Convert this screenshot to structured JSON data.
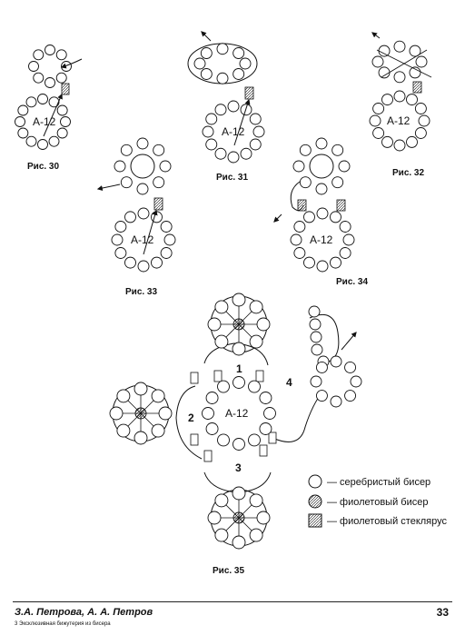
{
  "figures": {
    "fig30": "Рис. 30",
    "fig31": "Рис. 31",
    "fig32": "Рис. 32",
    "fig33": "Рис. 33",
    "fig34": "Рис. 34",
    "fig35": "Рис. 35"
  },
  "core_label": "A-12",
  "zones": [
    "1",
    "2",
    "3",
    "4"
  ],
  "legend": [
    {
      "type": "silver",
      "label": "— серебристый бисер"
    },
    {
      "type": "violet",
      "label": "— фиолетовый бисер"
    },
    {
      "type": "bugle",
      "label": "— фиолетовый стеклярус"
    }
  ],
  "footer": {
    "authors": "З.А. Петрова, А. А. Петров",
    "page": "33",
    "source": "3 Эксклюзивная бижутерия из бисера"
  },
  "colors": {
    "ink": "#111111",
    "paper": "#ffffff"
  }
}
